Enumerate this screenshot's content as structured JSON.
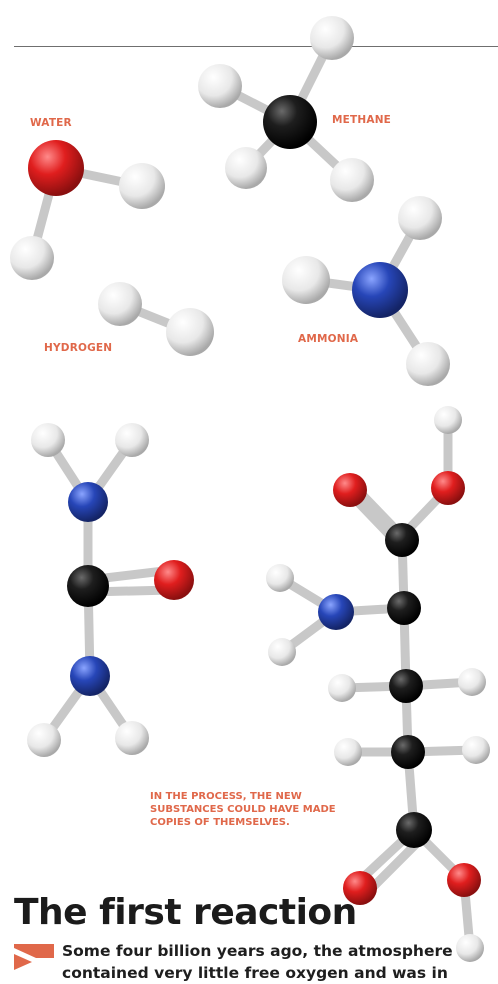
{
  "molecule_labels": {
    "water": "WATER",
    "methane": "METHANE",
    "ammonia": "AMMONIA",
    "hydrogen": "HYDROGEN"
  },
  "caption": "IN THE PROCESS, THE NEW SUBSTANCES COULD HAVE MADE COPIES OF THEMSELVES.",
  "headline": "The first reaction",
  "body": {
    "line1": "Some four billion years ago, the atmosphere",
    "line2": "contained very little free oxygen and was in"
  },
  "colors": {
    "accent": "#e0684a",
    "oxygen": "#e01e1e",
    "carbon": "#1a1a1a",
    "nitrogen": "#2746b8",
    "hydrogen": "#f2f2f2"
  }
}
